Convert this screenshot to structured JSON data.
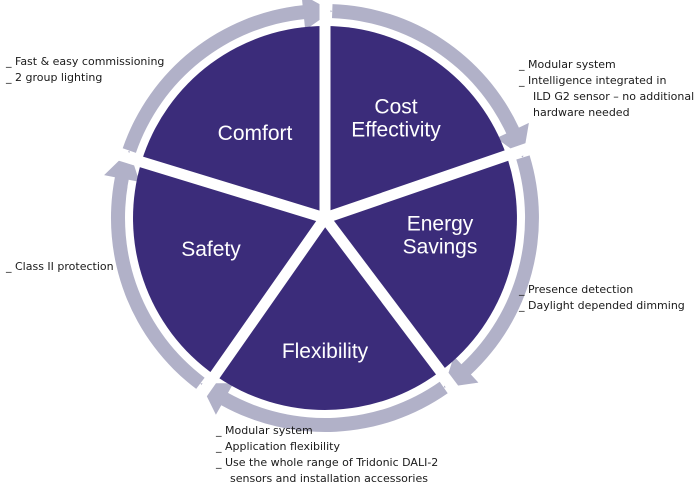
{
  "diagram": {
    "colors": {
      "segment": "#3b2c7a",
      "ring": "#b1b1c8",
      "divider": "#ffffff",
      "text": "#1a1a1a"
    },
    "segments": [
      {
        "id": "comfort",
        "label_lines": [
          "Comfort"
        ],
        "notes": [
          "_ Fast & easy commissioning",
          "_ 2 group lighting"
        ]
      },
      {
        "id": "cost",
        "label_lines": [
          "Cost",
          "Effectivity"
        ],
        "notes": [
          "_ Modular system",
          "_ Intelligence integrated in",
          "ILD G2 sensor – no additional",
          "hardware needed"
        ]
      },
      {
        "id": "energy",
        "label_lines": [
          "Energy",
          "Savings"
        ],
        "notes": [
          "_ Presence detection",
          "_ Daylight depended dimming"
        ]
      },
      {
        "id": "flexibility",
        "label_lines": [
          "Flexibility"
        ],
        "notes": [
          "_ Modular system",
          "_ Application flexibility",
          "_ Use the whole range of Tridonic DALI-2",
          "sensors and installation accessories"
        ]
      },
      {
        "id": "safety",
        "label_lines": [
          "Safety"
        ],
        "notes": [
          "_ Class II protection"
        ]
      }
    ]
  }
}
